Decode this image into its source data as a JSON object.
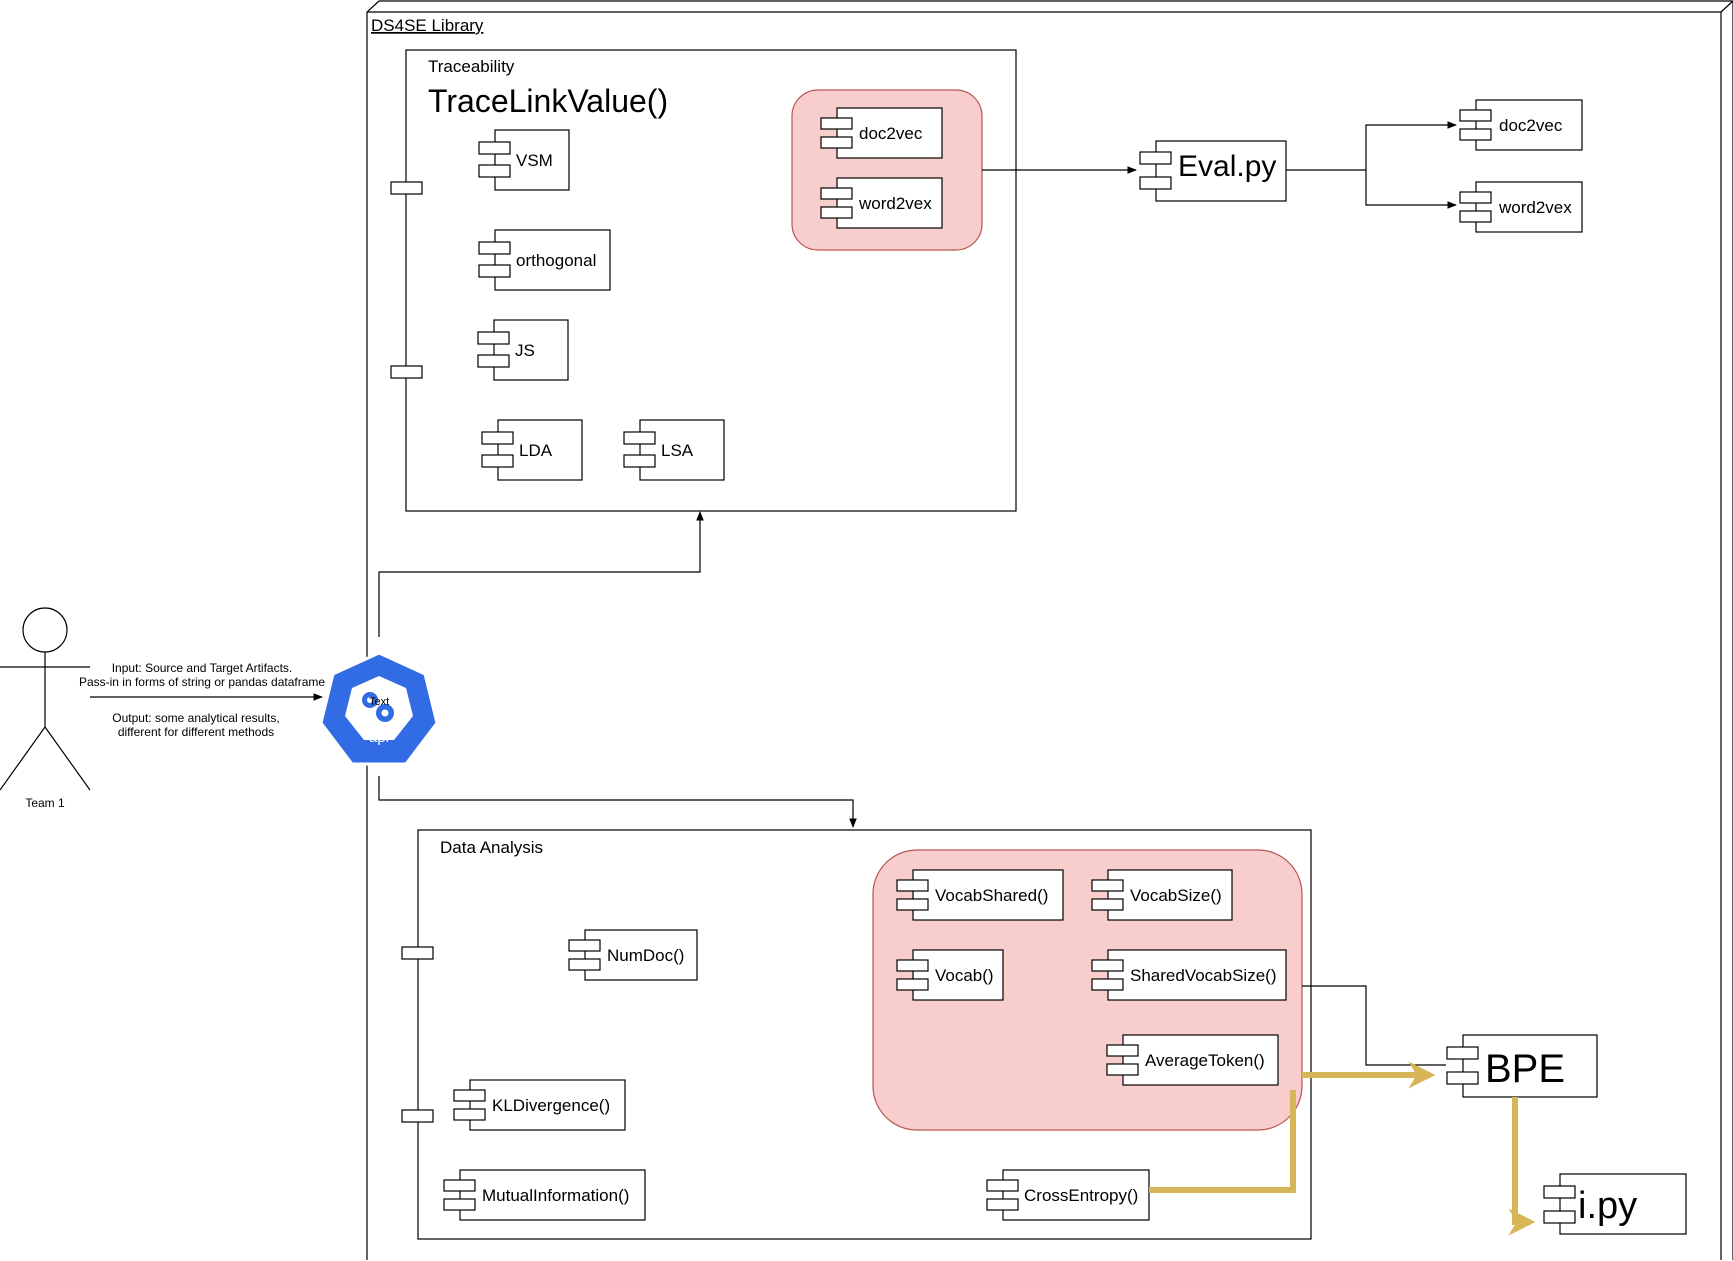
{
  "library": {
    "title": "DS4SE Library"
  },
  "traceability": {
    "title": "Traceability",
    "heading": "TraceLinkValue()",
    "components": [
      "VSM",
      "orthogonal",
      "JS",
      "LDA",
      "LSA"
    ],
    "embedding_group": [
      "doc2vec",
      "word2vex"
    ]
  },
  "eval": {
    "label": "Eval.py",
    "components": [
      "doc2vec",
      "word2vex"
    ]
  },
  "api": {
    "label": "api",
    "overlay": "Text"
  },
  "actor": {
    "name": "Team 1",
    "input_line1": "Input: Source and Target Artifacts.",
    "input_line2": "Pass-in in forms of string or pandas dataframe",
    "output_line1": "Output: some analytical results,",
    "output_line2": "different for different methods"
  },
  "data_analysis": {
    "title": "Data Analysis",
    "components": [
      "NumDoc()",
      "KLDivergence()",
      "MutualInformation()",
      "CrossEntropy()"
    ],
    "vocab_group": [
      "VocabShared()",
      "VocabSize()",
      "Vocab()",
      "SharedVocabSize()",
      "AverageToken()"
    ]
  },
  "bpe": {
    "label": "BPE"
  },
  "ipy": {
    "label": "i.py"
  },
  "colors": {
    "group_fill": "#f8cecc",
    "group_stroke": "#b85450",
    "gold": "#d6b656",
    "api_blue": "#326ce5"
  }
}
